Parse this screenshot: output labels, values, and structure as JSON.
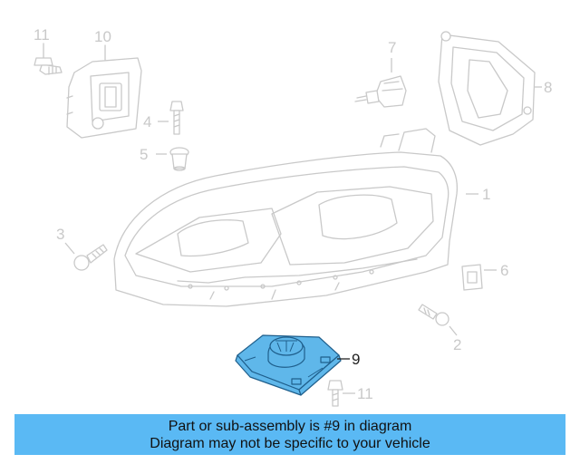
{
  "callouts": {
    "c1": "1",
    "c2": "2",
    "c3": "3",
    "c4": "4",
    "c5": "5",
    "c6": "6",
    "c7": "7",
    "c8": "8",
    "c9": "9",
    "c10": "10",
    "c11_top": "11",
    "c11_bottom": "11"
  },
  "highlight_part": "9",
  "colors": {
    "highlight": "#5fb7ea",
    "banner": "#5ab9f4",
    "line_gray": "#c9c9c9"
  },
  "banner": {
    "line1": "Part or sub-assembly is #9 in diagram",
    "line2": "Diagram may not be specific to your vehicle"
  }
}
